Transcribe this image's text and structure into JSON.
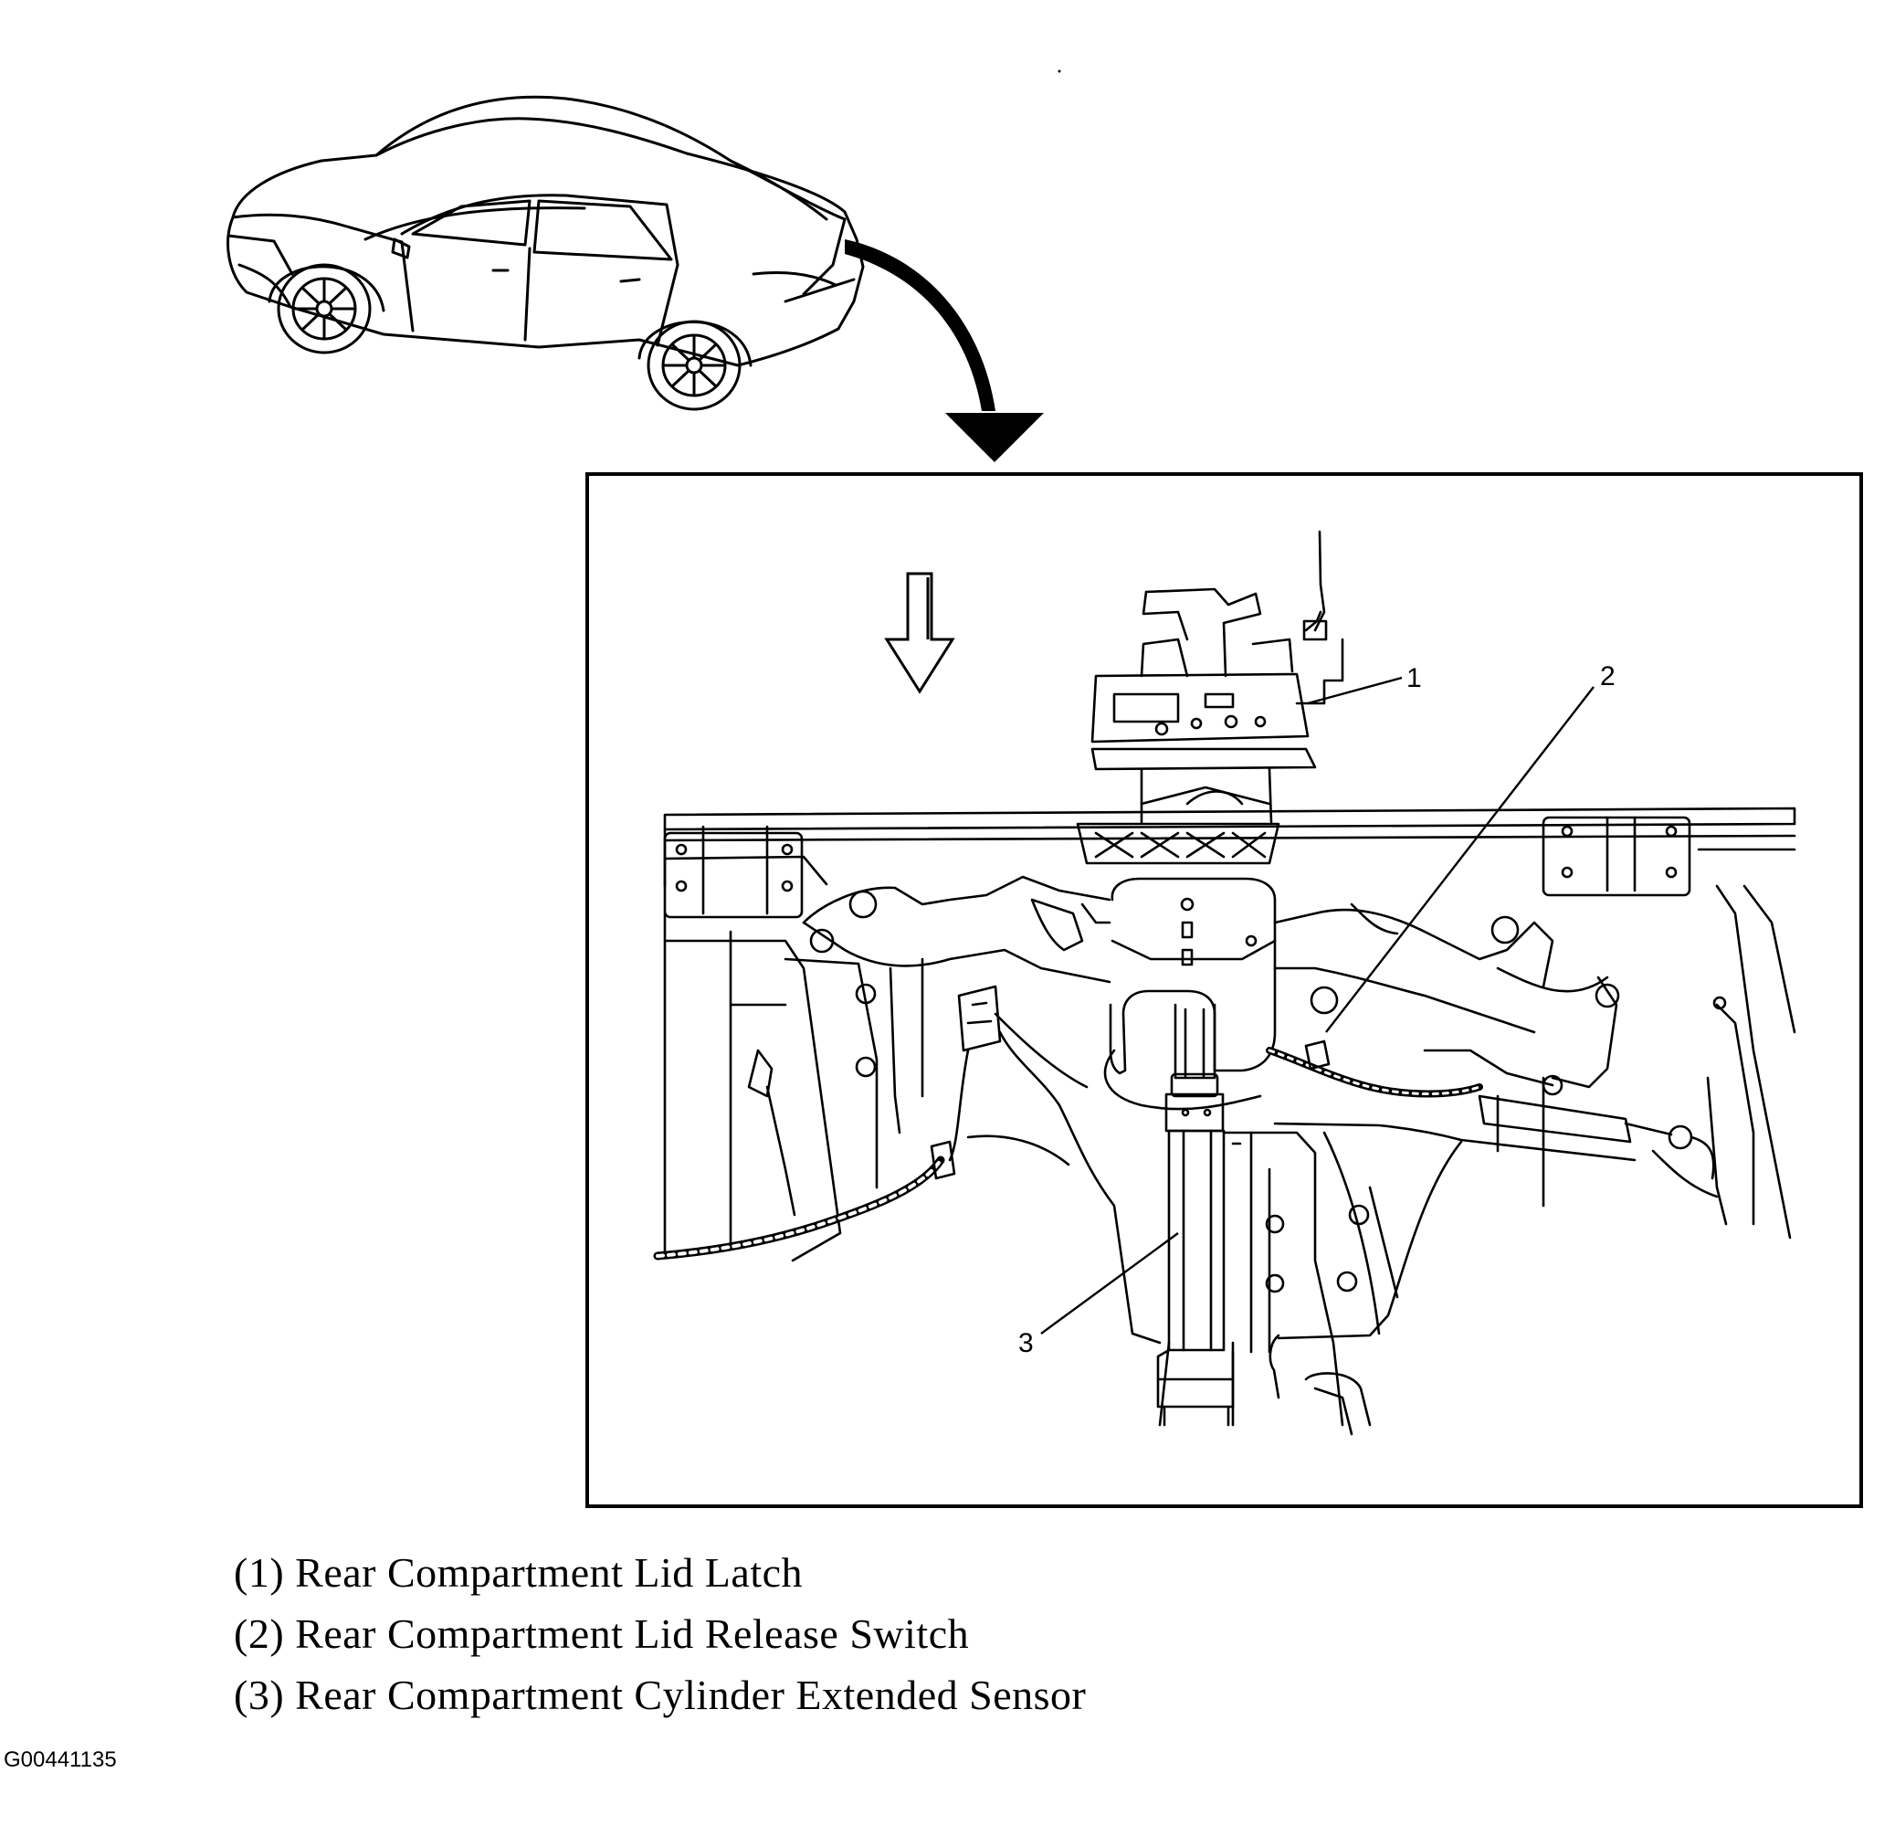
{
  "figure": {
    "id": "G00441135",
    "callouts": [
      {
        "number": "1",
        "name": "Rear Compartment Lid Latch"
      },
      {
        "number": "2",
        "name": "Rear Compartment Lid Release Switch"
      },
      {
        "number": "3",
        "name": "Rear Compartment Cylinder Extended Sensor"
      }
    ],
    "legend": [
      "(1) Rear Compartment Lid Latch",
      "(2) Rear Compartment Lid Release Switch",
      "(3) Rear Compartment Cylinder Extended Sensor"
    ],
    "icons": [
      "vehicle-icon",
      "location-arrow-icon",
      "view-direction-arrow-icon"
    ]
  }
}
